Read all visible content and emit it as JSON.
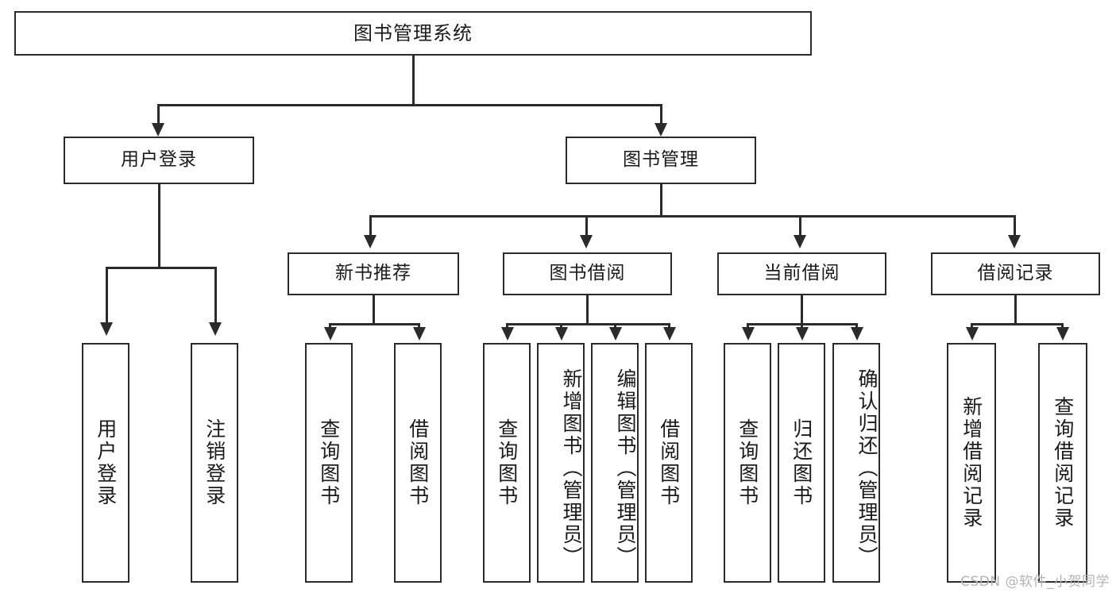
{
  "diagram": {
    "title": "图书管理系统",
    "type": "tree-hierarchy-diagram",
    "root": {
      "label": "图书管理系统"
    },
    "level2": [
      {
        "label": "用户登录"
      },
      {
        "label": "图书管理"
      }
    ],
    "level3": [
      {
        "label": "新书推荐",
        "parent": "图书管理"
      },
      {
        "label": "图书借阅",
        "parent": "图书管理"
      },
      {
        "label": "当前借阅",
        "parent": "图书管理"
      },
      {
        "label": "借阅记录",
        "parent": "图书管理"
      }
    ],
    "leaves": {
      "user_login": [
        {
          "label": "用户登录"
        },
        {
          "label": "注销登录"
        }
      ],
      "new_book_recommend": [
        {
          "label": "查询图书"
        },
        {
          "label": "借阅图书"
        }
      ],
      "book_borrow": [
        {
          "label": "查询图书"
        },
        {
          "label": "新增图书（管理员）"
        },
        {
          "label": "编辑图书（管理员）"
        },
        {
          "label": "借阅图书"
        }
      ],
      "current_borrow": [
        {
          "label": "查询图书"
        },
        {
          "label": "归还图书"
        },
        {
          "label": "确认归还（管理员）"
        }
      ],
      "borrow_record": [
        {
          "label": "新增借阅记录"
        },
        {
          "label": "查询借阅记录"
        }
      ]
    }
  },
  "watermark": {
    "text": "CSDN @软件_小贺同学"
  },
  "colors": {
    "stroke": "#2b2b2b",
    "background": "#ffffff",
    "text": "#1a1a1a",
    "watermark": "#b4b4b4"
  }
}
